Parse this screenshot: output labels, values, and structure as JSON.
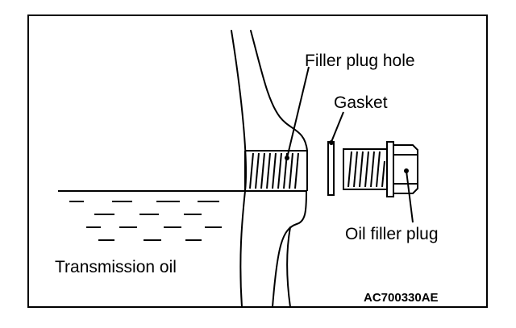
{
  "labels": {
    "filler_plug_hole": "Filler plug hole",
    "gasket": "Gasket",
    "oil_filler_plug": "Oil filler plug",
    "transmission_oil": "Transmission oil"
  },
  "figure_code": "AC700330AE"
}
